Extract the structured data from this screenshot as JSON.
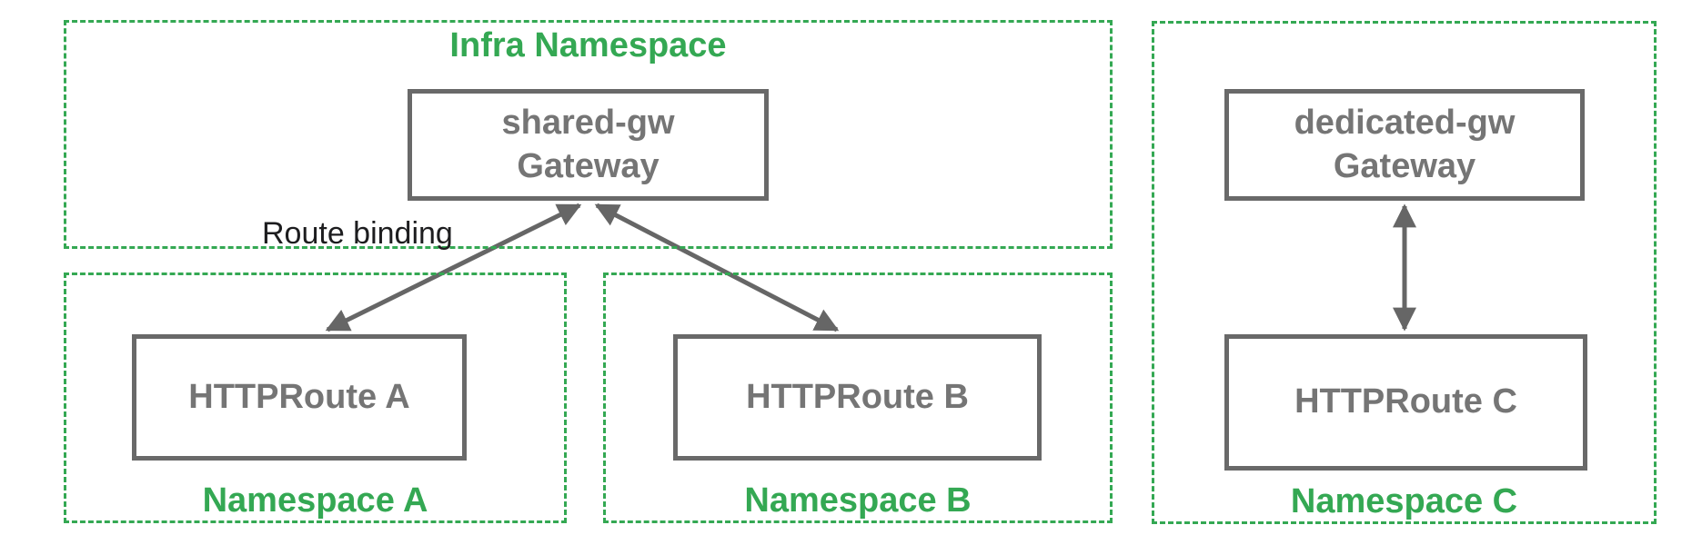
{
  "diagram": {
    "namespaces": {
      "infra": {
        "label": "Infra Namespace"
      },
      "a": {
        "label": "Namespace A"
      },
      "b": {
        "label": "Namespace B"
      },
      "c": {
        "label": "Namespace C"
      }
    },
    "nodes": {
      "shared_gw": {
        "line1": "shared-gw",
        "line2": "Gateway"
      },
      "dedicated_gw": {
        "line1": "dedicated-gw",
        "line2": "Gateway"
      },
      "httproute_a": {
        "label": "HTTPRoute A"
      },
      "httproute_b": {
        "label": "HTTPRoute B"
      },
      "httproute_c": {
        "label": "HTTPRoute C"
      }
    },
    "annotations": {
      "route_binding": "Route binding"
    },
    "edges": [
      {
        "from": "httproute_a",
        "to": "shared_gw",
        "style": "double-arrow"
      },
      {
        "from": "httproute_b",
        "to": "shared_gw",
        "style": "double-arrow"
      },
      {
        "from": "httproute_c",
        "to": "dedicated_gw",
        "style": "double-arrow"
      }
    ],
    "colors": {
      "namespace_green": "#34A853",
      "node_border_gray": "#696969",
      "node_text_gray": "#757575",
      "arrow_gray": "#666666",
      "annotation_black": "#1d1d1f"
    }
  }
}
